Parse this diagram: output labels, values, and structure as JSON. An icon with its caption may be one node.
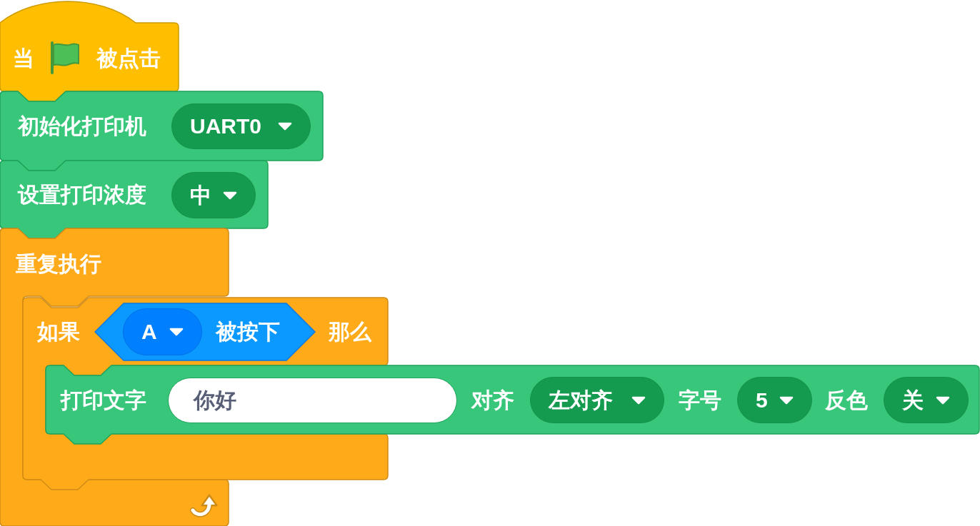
{
  "diagram": {
    "nodes": [
      {
        "text": [
          "当",
          "被点击"
        ]
      },
      {
        "text": [
          "初始化打印机"
        ]
      },
      {
        "text": [
          "UART0"
        ],
        "in": 1
      },
      {
        "text": [
          "设置打印浓度"
        ]
      },
      {
        "text": [
          "中"
        ],
        "in": 3
      },
      {
        "text": [
          "重复执行"
        ]
      },
      {
        "text": [
          "如果",
          "那么"
        ]
      },
      {
        "text": [
          "被按下"
        ],
        "in": 6
      },
      {
        "text": [
          "A"
        ],
        "in": 7
      },
      {
        "text": [
          "打印文字",
          "对齐",
          "字号",
          "反色"
        ]
      },
      {
        "text": [
          "你好"
        ],
        "in": 9
      },
      {
        "text": [
          "左对齐"
        ],
        "in": 9
      },
      {
        "text": [
          "5"
        ],
        "in": 9
      },
      {
        "text": [
          "关"
        ],
        "in": 9
      }
    ]
  }
}
